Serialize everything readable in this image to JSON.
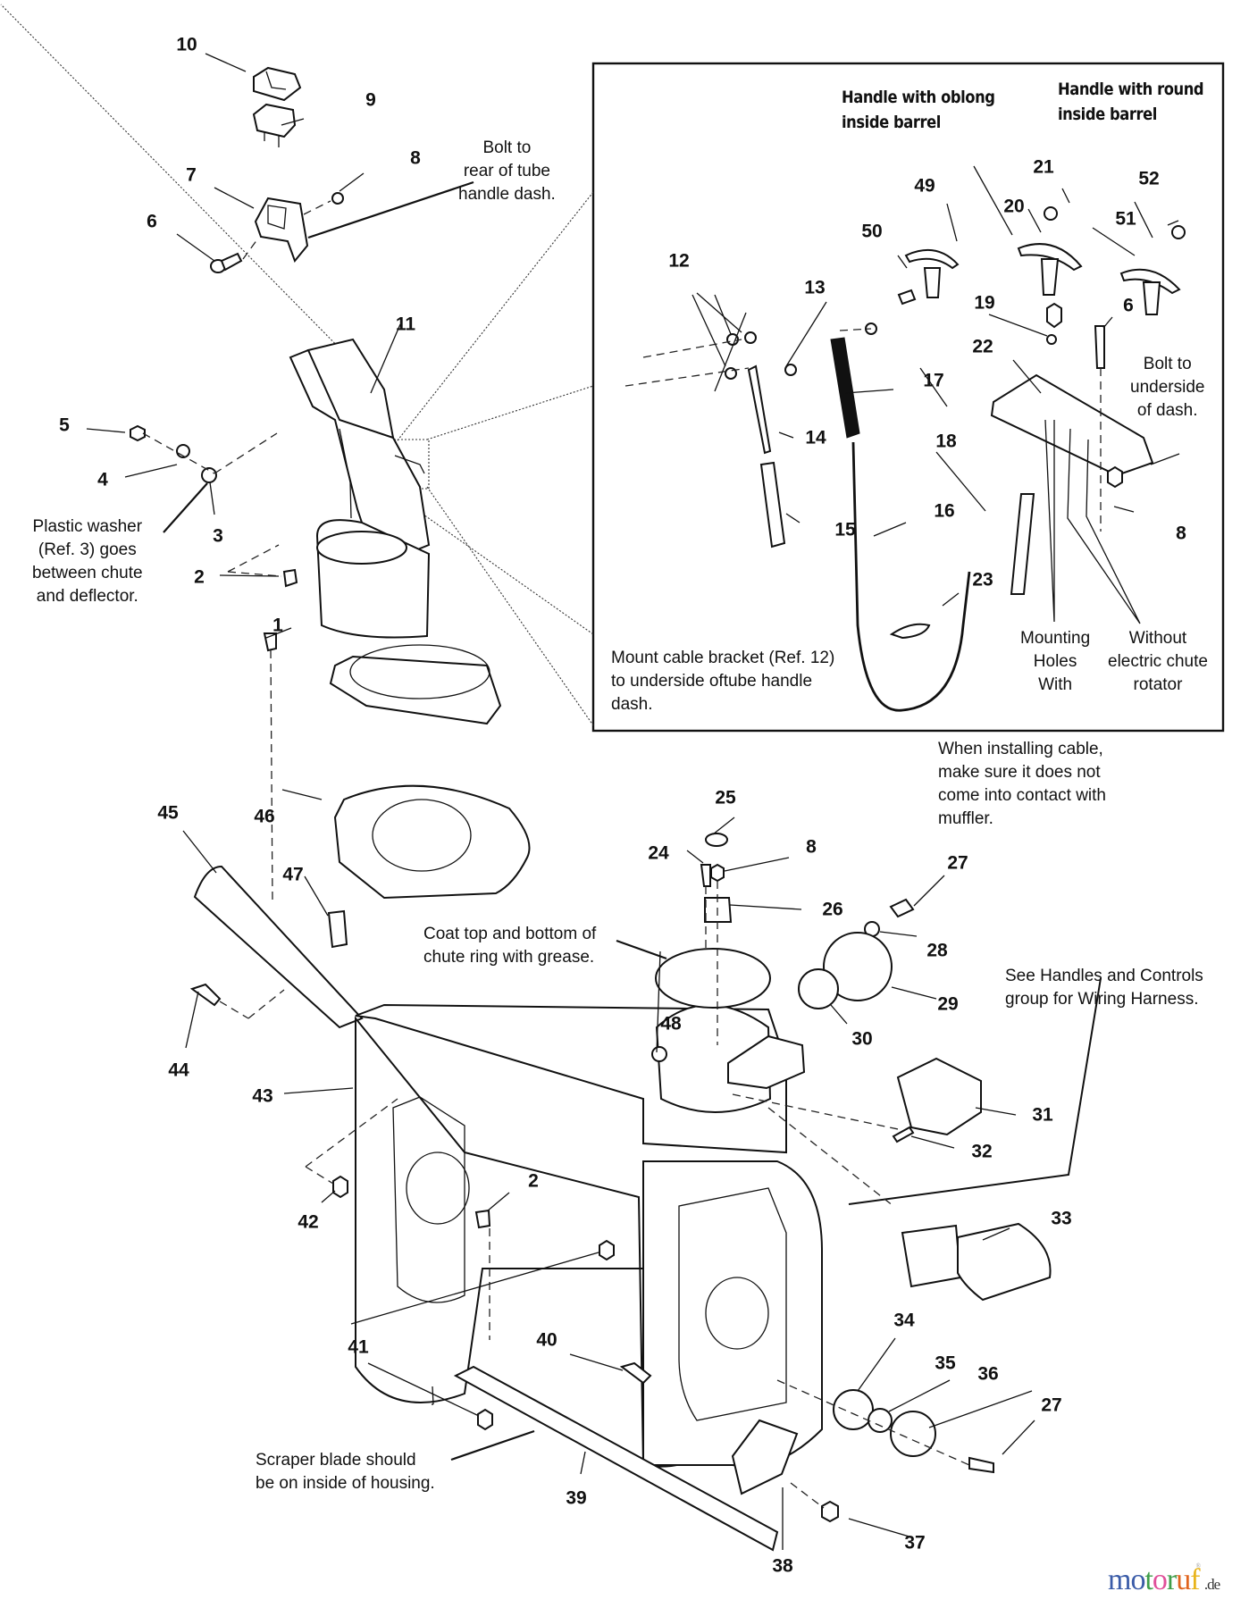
{
  "diagram": {
    "title": "Snow thrower chute, housing and chute rotator exploded parts diagram",
    "reference_numbers": [
      {
        "id": "r10",
        "label": "10",
        "part": "switch-cover"
      },
      {
        "id": "r9",
        "label": "9",
        "part": "rocker-switch"
      },
      {
        "id": "r8a",
        "label": "8",
        "part": "nut"
      },
      {
        "id": "r7",
        "label": "7",
        "part": "switch-bracket"
      },
      {
        "id": "r6a",
        "label": "6",
        "part": "bolt"
      },
      {
        "id": "r11",
        "label": "11",
        "part": "discharge-chute"
      },
      {
        "id": "r5",
        "label": "5",
        "part": "nut"
      },
      {
        "id": "r4",
        "label": "4",
        "part": "washer"
      },
      {
        "id": "r3",
        "label": "3",
        "part": "plastic-washer"
      },
      {
        "id": "r2a",
        "label": "2",
        "part": "carriage-bolt"
      },
      {
        "id": "r1",
        "label": "1",
        "part": "bolt"
      },
      {
        "id": "r12",
        "label": "12",
        "part": "cable-bracket-hardware"
      },
      {
        "id": "r13",
        "label": "13",
        "part": "cap"
      },
      {
        "id": "r14",
        "label": "14",
        "part": "rod"
      },
      {
        "id": "r15",
        "label": "15",
        "part": "spring"
      },
      {
        "id": "r16",
        "label": "16",
        "part": "cable"
      },
      {
        "id": "r17",
        "label": "17",
        "part": "cable-boot"
      },
      {
        "id": "r18",
        "label": "18",
        "part": "crank-shaft"
      },
      {
        "id": "r19",
        "label": "19",
        "part": "nut"
      },
      {
        "id": "r20",
        "label": "20",
        "part": "handle-oblong"
      },
      {
        "id": "r21",
        "label": "21",
        "part": "screw"
      },
      {
        "id": "r22",
        "label": "22",
        "part": "bracket"
      },
      {
        "id": "r23",
        "label": "23",
        "part": "cable-tie"
      },
      {
        "id": "r49",
        "label": "49",
        "part": "handle"
      },
      {
        "id": "r50",
        "label": "50",
        "part": "screw"
      },
      {
        "id": "r51",
        "label": "51",
        "part": "handle-round"
      },
      {
        "id": "r52",
        "label": "52",
        "part": "screw"
      },
      {
        "id": "r6b",
        "label": "6",
        "part": "bolt"
      },
      {
        "id": "r8b",
        "label": "8",
        "part": "nut"
      },
      {
        "id": "r45",
        "label": "45",
        "part": "deflector-plate"
      },
      {
        "id": "r46",
        "label": "46",
        "part": "chute-ring-gear"
      },
      {
        "id": "r47",
        "label": "47",
        "part": "clip"
      },
      {
        "id": "r44",
        "label": "44",
        "part": "bolt"
      },
      {
        "id": "r43",
        "label": "43",
        "part": "auger-housing"
      },
      {
        "id": "r42",
        "label": "42",
        "part": "nut"
      },
      {
        "id": "r48",
        "label": "48",
        "part": "clip-nut"
      },
      {
        "id": "r25",
        "label": "25",
        "part": "cap"
      },
      {
        "id": "r24",
        "label": "24",
        "part": "bolt"
      },
      {
        "id": "r8c",
        "label": "8",
        "part": "nut"
      },
      {
        "id": "r26",
        "label": "26",
        "part": "pinion-gear"
      },
      {
        "id": "r27a",
        "label": "27",
        "part": "bolt"
      },
      {
        "id": "r28",
        "label": "28",
        "part": "washer"
      },
      {
        "id": "r29",
        "label": "29",
        "part": "bearing-flange"
      },
      {
        "id": "r30",
        "label": "30",
        "part": "bearing"
      },
      {
        "id": "r31",
        "label": "31",
        "part": "motor-cover"
      },
      {
        "id": "r32",
        "label": "32",
        "part": "screw"
      },
      {
        "id": "r33",
        "label": "33",
        "part": "chute-rotator-motor"
      },
      {
        "id": "r2b",
        "label": "2",
        "part": "carriage-bolt"
      },
      {
        "id": "r41",
        "label": "41",
        "part": "nut"
      },
      {
        "id": "r40",
        "label": "40",
        "part": "bolt"
      },
      {
        "id": "r34",
        "label": "34",
        "part": "bearing-flange"
      },
      {
        "id": "r35",
        "label": "35",
        "part": "bearing"
      },
      {
        "id": "r36",
        "label": "36",
        "part": "bearing-flange"
      },
      {
        "id": "r27b",
        "label": "27",
        "part": "bolt"
      },
      {
        "id": "r39",
        "label": "39",
        "part": "scraper-blade"
      },
      {
        "id": "r38",
        "label": "38",
        "part": "skid-shoe"
      },
      {
        "id": "r37",
        "label": "37",
        "part": "nut"
      }
    ],
    "notes": {
      "bolt_rear_dash": [
        "Bolt to",
        "rear of tube",
        "handle dash."
      ],
      "plastic_washer": [
        "Plastic washer",
        "(Ref. 3) goes",
        "between chute",
        "and deflector."
      ],
      "handle_oblong": [
        "Handle with oblong",
        "inside barrel"
      ],
      "handle_round": [
        "Handle with round",
        "inside barrel"
      ],
      "bolt_underside_dash": [
        "Bolt to",
        "underside",
        "of dash."
      ],
      "mount_cable_bracket": [
        "Mount cable bracket (Ref. 12)",
        "to underside oftube handle",
        "dash."
      ],
      "mounting_holes_with": [
        "Mounting",
        "Holes",
        "With"
      ],
      "without_rotator": [
        "Without",
        "electric chute",
        "rotator"
      ],
      "installing_cable": [
        "When installing cable,",
        "make sure it does not",
        "come into contact with",
        "muffler."
      ],
      "coat_grease": [
        "Coat top and bottom of",
        "chute ring with grease."
      ],
      "wiring_harness": [
        "See Handles and Controls",
        "group for Wiring Harness."
      ],
      "scraper_blade": [
        "Scraper blade should",
        "be on inside of housing."
      ]
    }
  },
  "watermark": {
    "letters": [
      {
        "ch": "m",
        "color": "#3b5ca8"
      },
      {
        "ch": "o",
        "color": "#3b5ca8"
      },
      {
        "ch": "t",
        "color": "#3f9e4a"
      },
      {
        "ch": "o",
        "color": "#e0509a"
      },
      {
        "ch": "r",
        "color": "#3f9e4a"
      },
      {
        "ch": "u",
        "color": "#e0641e"
      },
      {
        "ch": "f",
        "color": "#e8b41c"
      }
    ],
    "tld": ".de",
    "reg": "®"
  }
}
